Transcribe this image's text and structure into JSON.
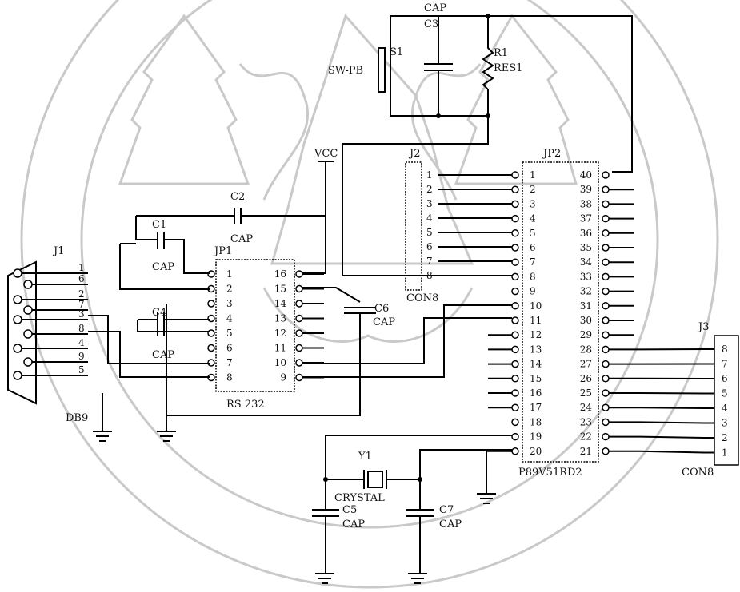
{
  "labels": {
    "vcc": "VCC",
    "c3_value": "CAP",
    "c3_ref": "C3",
    "s1_ref": "S1",
    "s1_value": "SW-PB",
    "r1_ref": "R1",
    "r1_value": "RES1",
    "j2_ref": "J2",
    "j2_value": "CON8",
    "jp2_ref": "JP2",
    "jp2_value": "P89V51RD2",
    "c2_ref": "C2",
    "c2_value": "CAP",
    "c1_ref": "C1",
    "c1_value": "CAP",
    "c4_ref": "C4",
    "c4_value": "CAP",
    "jp1_ref": "JP1",
    "jp1_value": "RS 232",
    "c6_ref": "C6",
    "c6_value": "CAP",
    "j1_ref": "J1",
    "j1_value": "DB9",
    "j3_ref": "J3",
    "j3_value": "CON8",
    "y1_ref": "Y1",
    "y1_value": "CRYSTAL",
    "c5_ref": "C5",
    "c5_value": "CAP",
    "c7_ref": "C7",
    "c7_value": "CAP"
  },
  "j1_pins": [
    "1",
    "6",
    "2",
    "7",
    "3",
    "8",
    "4",
    "9",
    "5"
  ],
  "j2_pins": [
    "1",
    "2",
    "3",
    "4",
    "5",
    "6",
    "7",
    "8"
  ],
  "j3_pins": [
    "8",
    "7",
    "6",
    "5",
    "4",
    "3",
    "2",
    "1"
  ],
  "jp1_left_pins": [
    "1",
    "2",
    "3",
    "4",
    "5",
    "6",
    "7",
    "8"
  ],
  "jp1_right_pins": [
    "16",
    "15",
    "14",
    "13",
    "12",
    "11",
    "10",
    "9"
  ],
  "jp2_left_pins": [
    "1",
    "2",
    "3",
    "4",
    "5",
    "6",
    "7",
    "8",
    "9",
    "10",
    "11",
    "12",
    "13",
    "14",
    "15",
    "16",
    "17",
    "18",
    "19",
    "20"
  ],
  "jp2_right_pins": [
    "40",
    "39",
    "38",
    "37",
    "36",
    "35",
    "34",
    "33",
    "32",
    "31",
    "30",
    "29",
    "28",
    "27",
    "26",
    "25",
    "24",
    "23",
    "22",
    "21"
  ]
}
